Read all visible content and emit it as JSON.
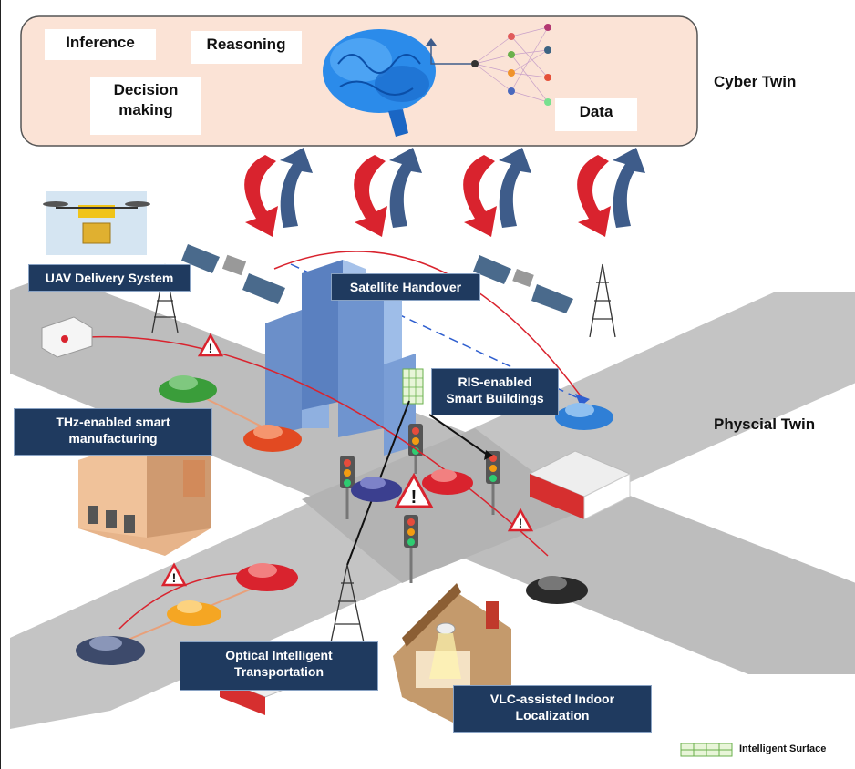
{
  "cyber": {
    "inference": "Inference",
    "reasoning": "Reasoning",
    "decision_line1": "Decision",
    "decision_line2": "making",
    "data": "Data",
    "side_label": "Cyber Twin"
  },
  "physical": {
    "side_label": "Physcial Twin",
    "uav": "UAV Delivery System",
    "satellite": "Satellite Handover",
    "ris_line1": "RIS-enabled",
    "ris_line2": "Smart Buildings",
    "thz_line1": "THz-enabled smart",
    "thz_line2": "manufacturing",
    "optical_line1": "Optical Intelligent",
    "optical_line2": "Transportation",
    "vlc_line1": "VLC-assisted Indoor",
    "vlc_line2": "Localization"
  },
  "legend": {
    "label": "Intelligent Surface"
  },
  "colors": {
    "cyber_fill": "#fbe3d6",
    "road": "#bdbdbd",
    "tag_fill": "#1f3a5f",
    "arrow_down": "#d9232e",
    "arrow_up": "#3e5c8a",
    "link_red": "#d9232e",
    "link_blue": "#2f5fcf"
  }
}
